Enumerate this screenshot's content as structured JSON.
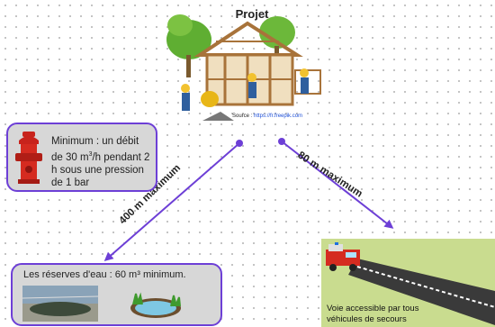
{
  "title": "Projet",
  "source_prefix": "Source : ",
  "source_url": "https://fr.freepik.com",
  "hydrant": {
    "line1": "Minimum : un débit",
    "line2_a": "de 30 m",
    "line2_sup": "3",
    "line2_b": "/h pendant 2",
    "line3": "h sous une pression",
    "line4": "de 1 bar"
  },
  "distances": {
    "left": "400 m maximum",
    "right": "80 m maximum"
  },
  "reserve": {
    "text": "Les réserves d'eau : 60 m³ minimum."
  },
  "access": {
    "line1": "Voie accessible par tous",
    "line2": "véhicules de secours"
  },
  "colors": {
    "accent": "#6d3fd6",
    "card_bg": "#d7d7d7",
    "road_bg": "#c9dc8f",
    "hydrant": "#c8231c"
  }
}
